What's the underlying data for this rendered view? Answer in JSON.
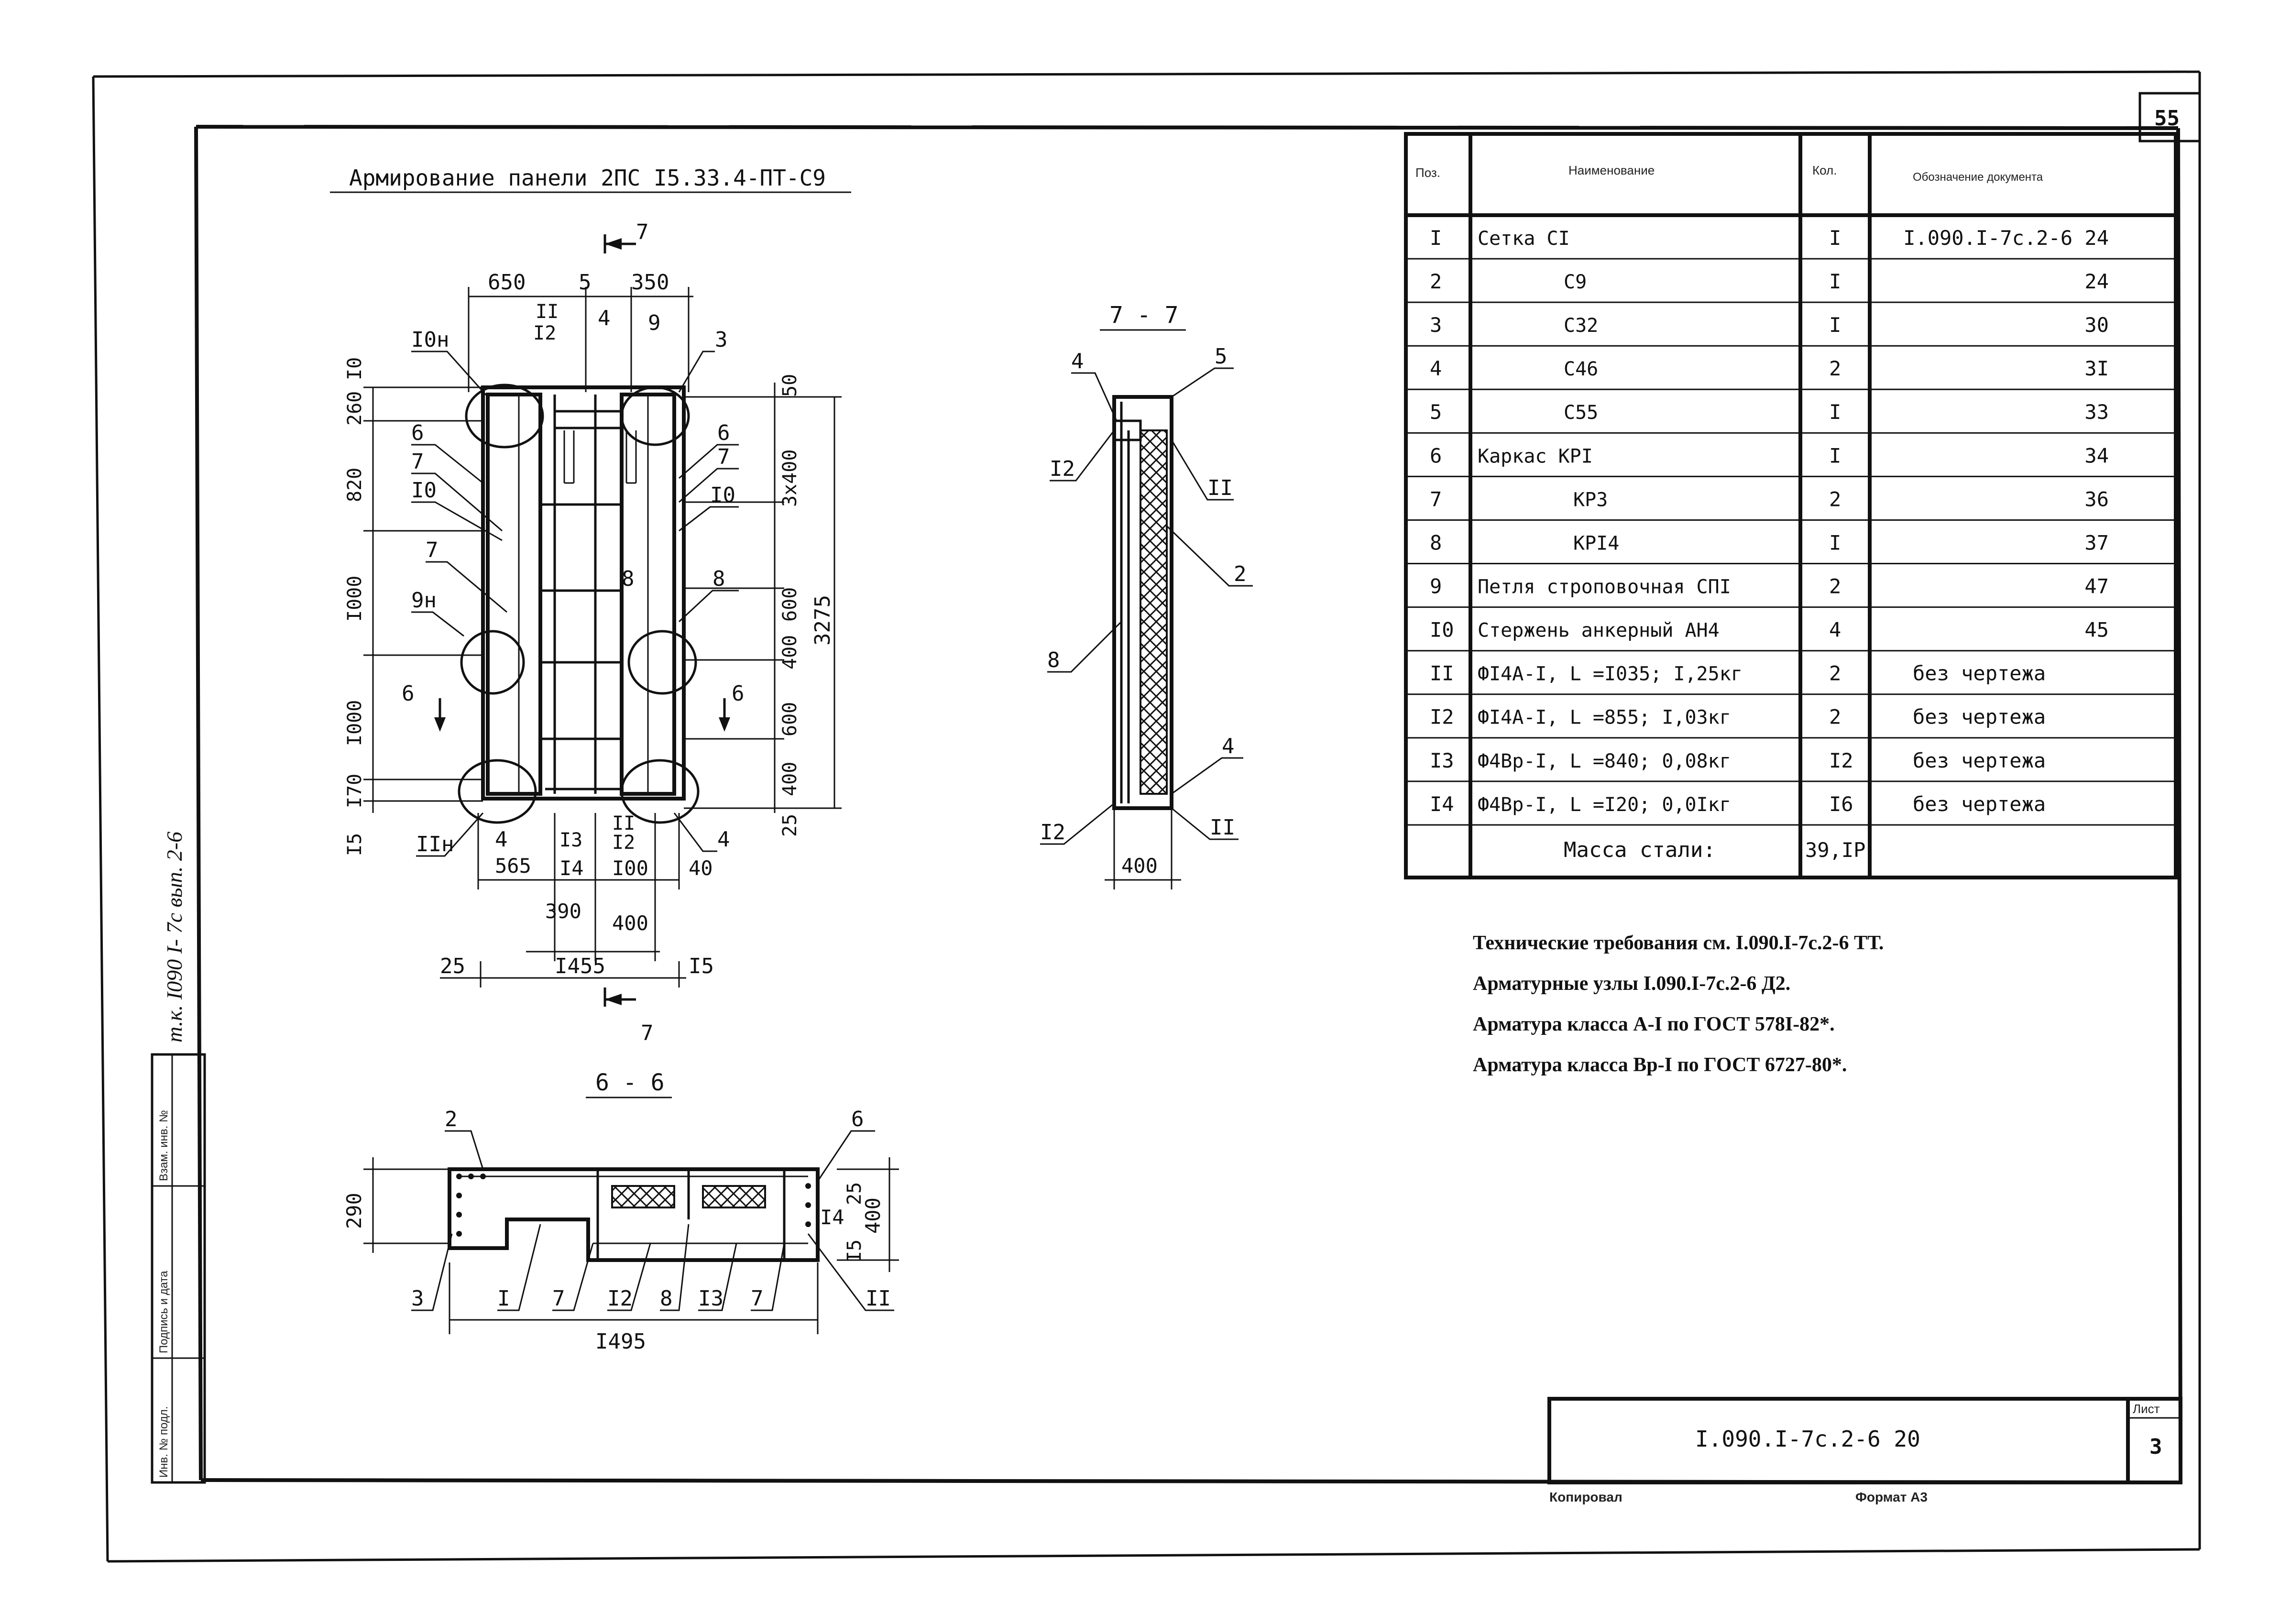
{
  "page_number": "55",
  "title": "Армирование панели 2ПС I5.33.4-ПТ-С9",
  "side_note": "т.к. I090 I- 7с вып. 2-6",
  "left_margin_labels": [
    "Инв. № подл.",
    "Подпись и дата",
    "Взам. инв. №"
  ],
  "section_77": "7 - 7",
  "section_66": "6 - 6",
  "cut_label": "7",
  "cut_label_6": "6",
  "plan_dims": {
    "top": [
      "650",
      "5",
      "350"
    ],
    "left": [
      "I0",
      "260",
      "820",
      "I000",
      "I000",
      "I70",
      "I5"
    ],
    "right": [
      "50",
      "3x400",
      "600",
      "400",
      "600",
      "400",
      "25"
    ],
    "overall_height": "3275",
    "bottom": [
      "565",
      "I4",
      "I00",
      "40",
      "390",
      "400"
    ],
    "overall_width": "I455",
    "edge_left": "25",
    "edge_right": "I5"
  },
  "plan_callouts": [
    "I0н",
    "II",
    "I2",
    "4",
    "9",
    "3",
    "6",
    "6",
    "7",
    "7",
    "I0",
    "I0",
    "7",
    "8",
    "8",
    "9н",
    "6",
    "6",
    "IIн",
    "4",
    "I3",
    "II",
    "I2",
    "4"
  ],
  "section77_labels": [
    "4",
    "5",
    "I2",
    "II",
    "2",
    "8",
    "4",
    "I2",
    "II"
  ],
  "section77_dim": "400",
  "section66_labels": [
    "2",
    "6",
    "I4",
    "I5",
    "3",
    "I",
    "7",
    "I2",
    "8",
    "I3",
    "7",
    "II"
  ],
  "section66_dims": {
    "left": "290",
    "right_small": "25",
    "right": "400",
    "bottom": "I495"
  },
  "table": {
    "headers": [
      "Поз.",
      "Наименование",
      "Кол.",
      "Обозначение документа"
    ],
    "rows": [
      {
        "pos": "I",
        "name": "Сетка  CI",
        "qty": "I",
        "doc": "I.090.I-7с.2-6 24"
      },
      {
        "pos": "2",
        "name": "C9",
        "qty": "I",
        "doc": "24"
      },
      {
        "pos": "3",
        "name": "C32",
        "qty": "I",
        "doc": "30"
      },
      {
        "pos": "4",
        "name": "C46",
        "qty": "2",
        "doc": "3I"
      },
      {
        "pos": "5",
        "name": "C55",
        "qty": "I",
        "doc": "33"
      },
      {
        "pos": "6",
        "name": "Каркас КРI",
        "qty": "I",
        "doc": "34"
      },
      {
        "pos": "7",
        "name": "КРЗ",
        "qty": "2",
        "doc": "36"
      },
      {
        "pos": "8",
        "name": "КРI4",
        "qty": "I",
        "doc": "37"
      },
      {
        "pos": "9",
        "name": "Петля строповочная СПI",
        "qty": "2",
        "doc": "47"
      },
      {
        "pos": "I0",
        "name": "Стержень анкерный АН4",
        "qty": "4",
        "doc": "45"
      },
      {
        "pos": "II",
        "name": "ФI4А-I,  L =I035;  I,25кг",
        "qty": "2",
        "doc": "без чертежа"
      },
      {
        "pos": "I2",
        "name": "ФI4А-I,  L =855;  I,03кг",
        "qty": "2",
        "doc": "без чертежа"
      },
      {
        "pos": "I3",
        "name": "Ф4Вр-I,  L =840;  0,08кг",
        "qty": "I2",
        "doc": "без чертежа"
      },
      {
        "pos": "I4",
        "name": "Ф4Вр-I,  L =I20;  0,0Iкг",
        "qty": "I6",
        "doc": "без чертежа"
      }
    ],
    "total_label": "Масса стали:",
    "total_value": "39,IP"
  },
  "notes": [
    "Технические требования см. I.090.I-7с.2-6 ТТ.",
    "Арматурные узлы I.090.I-7с.2-6 Д2.",
    "Арматура класса А-I по ГОСТ 578I-82*.",
    "Арматура класса Вр-I по ГОСТ 6727-80*."
  ],
  "title_block": {
    "code": "I.090.I-7с.2-6 20",
    "sheet_label": "Лист",
    "sheet_number": "3"
  },
  "footer": {
    "copied": "Копировал",
    "format": "Формат А3"
  }
}
